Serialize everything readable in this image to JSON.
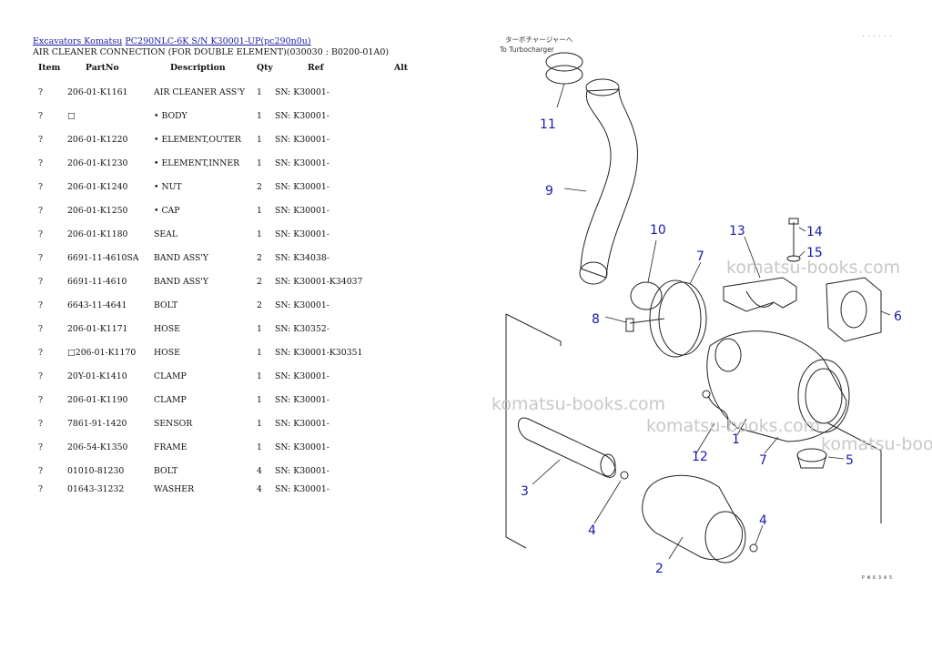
{
  "breadcrumb": {
    "link1": "Excavators Komatsu",
    "link2": "PC290NLC-6K S/N K30001-UP(pc290n0u)"
  },
  "subtitle": "AIR CLEANER CONNECTION (FOR DOUBLE ELEMENT)(030030 : B0200-01A0)",
  "table": {
    "headers": {
      "item": "Item",
      "partno": "PartNo",
      "description": "Description",
      "qty": "Qty",
      "ref": "Ref",
      "alt": "Alt"
    },
    "rows": [
      {
        "item": "?",
        "partno": "206-01-K1161",
        "description": "AIR CLEANER ASS'Y",
        "qty": "1",
        "ref": "SN: K30001-"
      },
      {
        "item": "?",
        "partno": "□",
        "description": "• BODY",
        "qty": "1",
        "ref": "SN: K30001-"
      },
      {
        "item": "?",
        "partno": "206-01-K1220",
        "description": "• ELEMENT,OUTER",
        "qty": "1",
        "ref": "SN: K30001-"
      },
      {
        "item": "?",
        "partno": "206-01-K1230",
        "description": "• ELEMENT,INNER",
        "qty": "1",
        "ref": "SN: K30001-"
      },
      {
        "item": "?",
        "partno": "206-01-K1240",
        "description": "• NUT",
        "qty": "2",
        "ref": "SN: K30001-"
      },
      {
        "item": "?",
        "partno": "206-01-K1250",
        "description": "• CAP",
        "qty": "1",
        "ref": "SN: K30001-"
      },
      {
        "item": "?",
        "partno": "206-01-K1180",
        "description": "SEAL",
        "qty": "1",
        "ref": "SN: K30001-"
      },
      {
        "item": "?",
        "partno": "6691-11-4610SA",
        "description": "BAND ASS'Y",
        "qty": "2",
        "ref": "SN: K34038-"
      },
      {
        "item": "?",
        "partno": "6691-11-4610",
        "description": "BAND ASS'Y",
        "qty": "2",
        "ref": "SN: K30001-K34037"
      },
      {
        "item": "?",
        "partno": "6643-11-4641",
        "description": "BOLT",
        "qty": "2",
        "ref": "SN: K30001-"
      },
      {
        "item": "?",
        "partno": "206-01-K1171",
        "description": "HOSE",
        "qty": "1",
        "ref": "SN: K30352-"
      },
      {
        "item": "?",
        "partno": "□206-01-K1170",
        "description": "HOSE",
        "qty": "1",
        "ref": "SN: K30001-K30351"
      },
      {
        "item": "?",
        "partno": "20Y-01-K1410",
        "description": "CLAMP",
        "qty": "1",
        "ref": "SN: K30001-"
      },
      {
        "item": "?",
        "partno": "206-01-K1190",
        "description": "CLAMP",
        "qty": "1",
        "ref": "SN: K30001-"
      },
      {
        "item": "?",
        "partno": "7861-91-1420",
        "description": "SENSOR",
        "qty": "1",
        "ref": "SN: K30001-"
      },
      {
        "item": "?",
        "partno": "206-54-K1350",
        "description": "FRAME",
        "qty": "1",
        "ref": "SN: K30001-"
      },
      {
        "item": "?",
        "partno": "01010-81230",
        "description": "BOLT",
        "qty": "4",
        "ref": "SN: K30001-"
      },
      {
        "item": "?",
        "partno": "01643-31232",
        "description": "WASHER",
        "qty": "4",
        "ref": "SN: K30001-"
      }
    ]
  },
  "diagram": {
    "note_jp": "ターボチャージャーへ",
    "note_en": "To Turbocharger",
    "callouts": {
      "n1": "1",
      "n2": "2",
      "n3": "3",
      "n4a": "4",
      "n4b": "4",
      "n5": "5",
      "n6": "6",
      "n7a": "7",
      "n7b": "7",
      "n8": "8",
      "n9": "9",
      "n10": "10",
      "n11": "11",
      "n12": "12",
      "n13": "13",
      "n14": "14",
      "n15": "15"
    },
    "watermark": "komatsu-books.com",
    "code_top": ". . . . . .",
    "code_bottom": "P W 6 3 A 5"
  }
}
